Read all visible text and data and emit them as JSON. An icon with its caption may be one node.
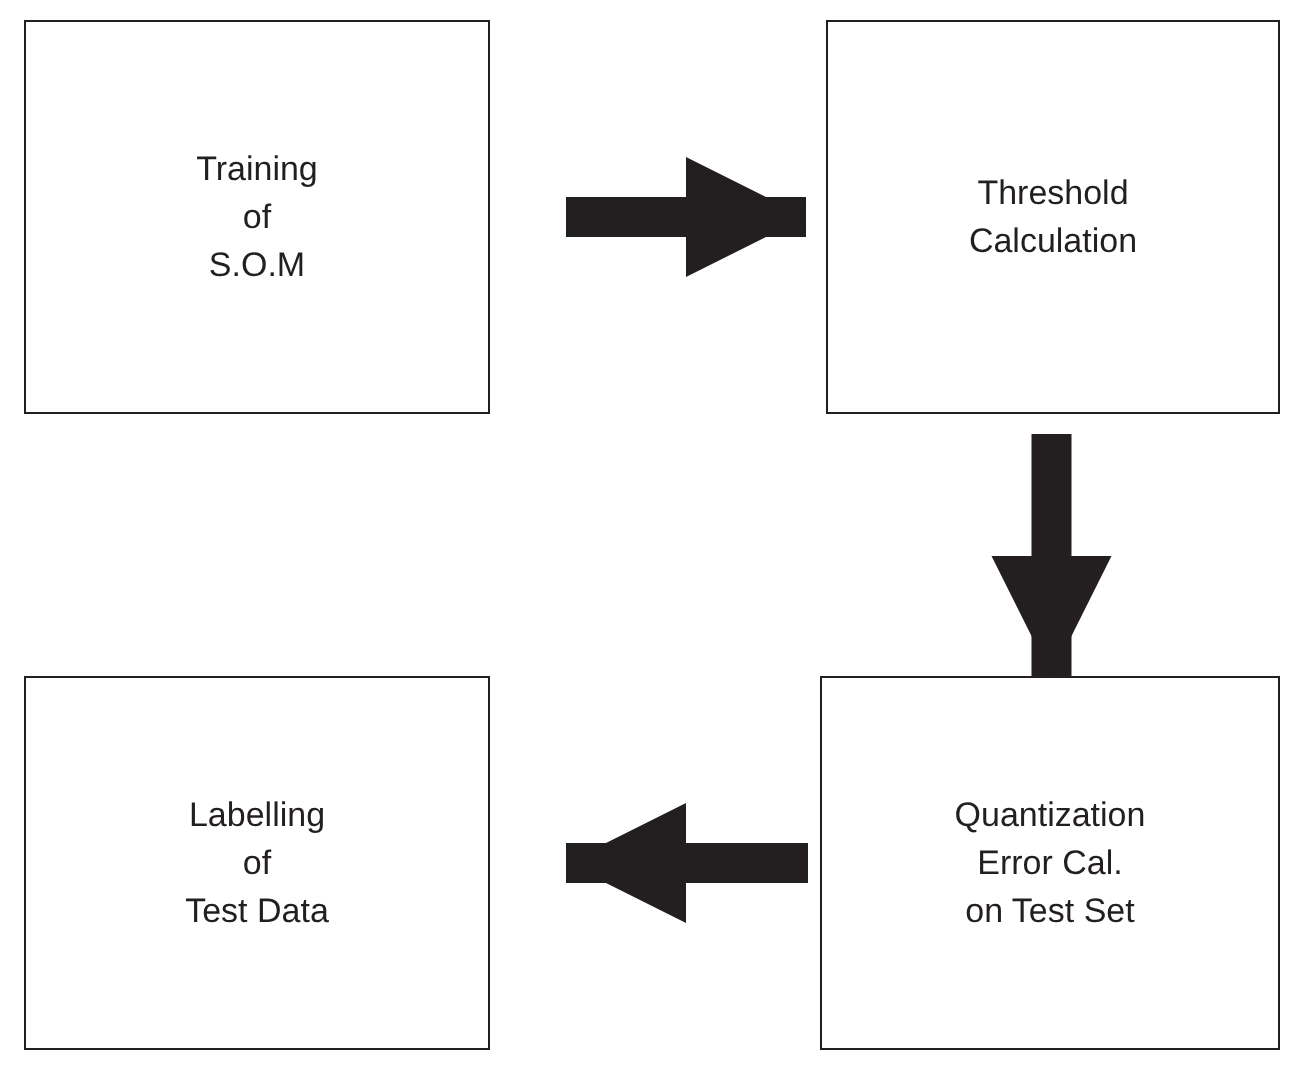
{
  "diagram": {
    "nodes": [
      {
        "text": [
          "Training of S.O.M"
        ]
      },
      {
        "text": [
          "Threshold Calculation"
        ]
      },
      {
        "text": [
          "Labelling of Test Data"
        ]
      },
      {
        "text": [
          "Quantization Error Cal. on Test Set"
        ]
      }
    ],
    "edges": [
      {
        "from": 0,
        "to": 1,
        "arrow": "to"
      },
      {
        "from": 1,
        "to": 3,
        "arrow": "to"
      },
      {
        "from": 3,
        "to": 2,
        "arrow": "to"
      }
    ]
  }
}
